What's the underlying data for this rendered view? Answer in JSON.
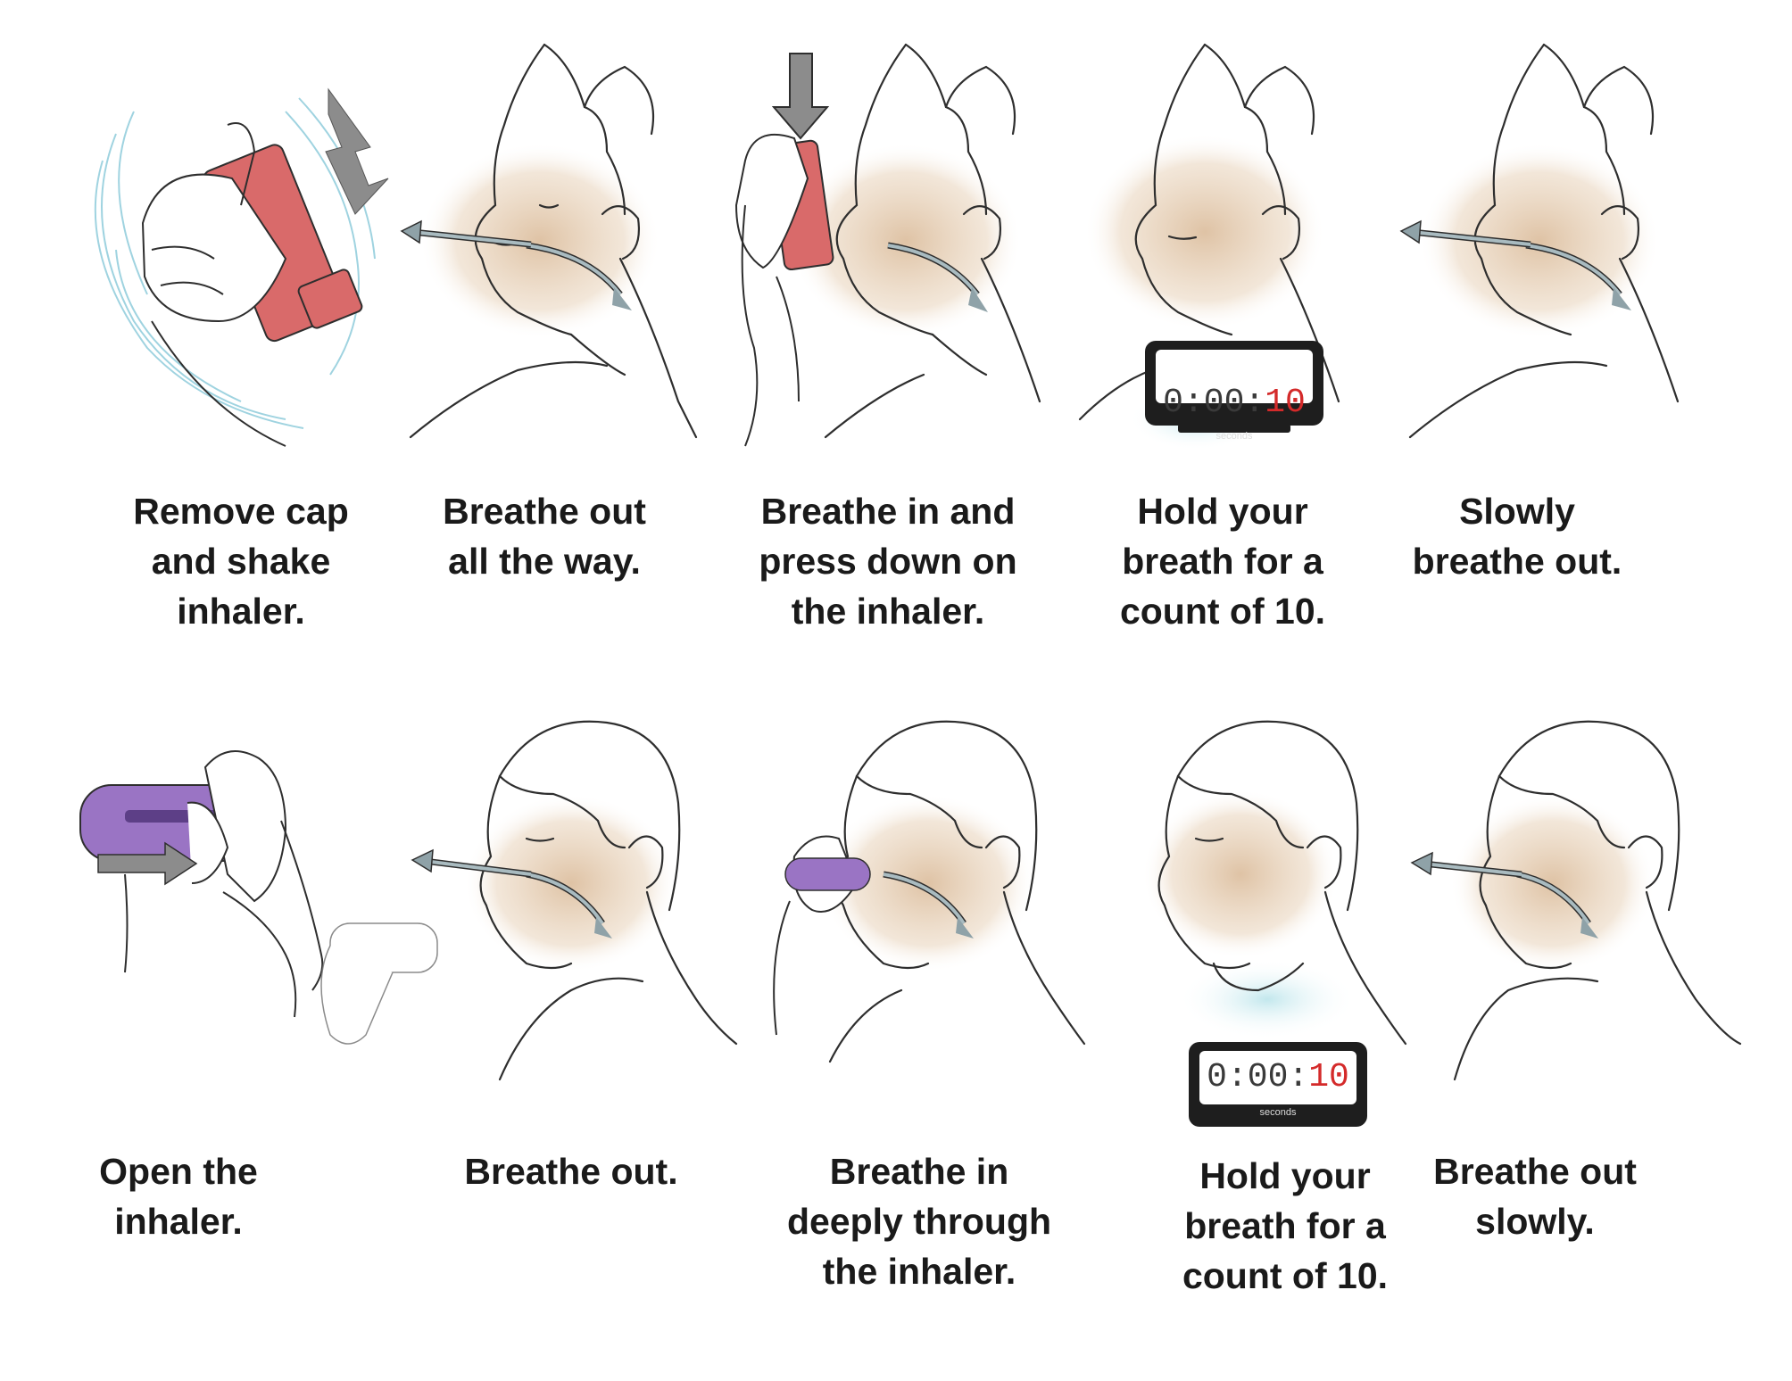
{
  "palette": {
    "line": "#2e2e2e",
    "skin": "#d9b895",
    "mdi_inhaler": "#d96a6a",
    "dpi_inhaler": "#9a74c4",
    "arrow": "#8fa2a8",
    "shake_lines": "#9fd3e0",
    "timer_glow": "#bfe6ec",
    "timer_digits_red": "#d42a2a"
  },
  "timer": {
    "prefix": "0:00:",
    "digits": "10",
    "unit": "seconds"
  },
  "rows": [
    {
      "inhaler_type": "metered-dose",
      "steps": [
        {
          "icon": "shake-inhaler-hand-icon",
          "lines": [
            "Remove cap",
            "and shake",
            "inhaler."
          ]
        },
        {
          "icon": "breathe-out-face-icon",
          "lines": [
            "Breathe out",
            "all the way."
          ]
        },
        {
          "icon": "press-inhaler-face-icon",
          "lines": [
            "Breathe in and",
            "press down on",
            "the inhaler."
          ]
        },
        {
          "icon": "hold-breath-timer-icon",
          "lines": [
            "Hold your",
            "breath for a",
            "count of 10."
          ]
        },
        {
          "icon": "breathe-out-face-icon",
          "lines": [
            "Slowly",
            "breathe out."
          ]
        }
      ]
    },
    {
      "inhaler_type": "dry-powder",
      "steps": [
        {
          "icon": "open-inhaler-hand-icon",
          "lines": [
            "Open the",
            "inhaler."
          ]
        },
        {
          "icon": "breathe-out-face-icon",
          "lines": [
            "Breathe out."
          ]
        },
        {
          "icon": "inhale-through-inhaler-face-icon",
          "lines": [
            "Breathe in",
            "deeply through",
            "the inhaler."
          ]
        },
        {
          "icon": "hold-breath-timer-icon",
          "lines": [
            "Hold your",
            "breath for a",
            "count of 10."
          ]
        },
        {
          "icon": "breathe-out-face-icon",
          "lines": [
            "Breathe out",
            "slowly."
          ]
        }
      ]
    }
  ]
}
